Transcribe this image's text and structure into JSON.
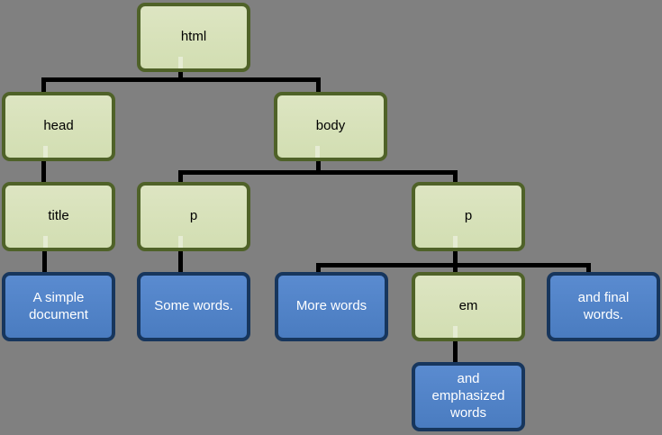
{
  "diagram": {
    "description": "DOM tree of a simple HTML document",
    "node_types": {
      "element": {
        "fill": "#d2deb2",
        "border": "#4f6228",
        "text_color": "#000000"
      },
      "text": {
        "fill": "#4a7cc0",
        "border": "#17365d",
        "text_color": "#ffffff"
      }
    }
  },
  "palette": {
    "background": "#808080",
    "connector": "#000000",
    "element_fill": "#d2deb2",
    "element_fill_light": "#dde5c2",
    "element_border": "#4f6228",
    "element_text": "#000000",
    "text_fill": "#4a7cc0",
    "text_fill_light": "#5a8bd0",
    "text_border": "#17365d",
    "text_text": "#ffffff"
  },
  "tree": {
    "label": "html",
    "type": "element",
    "children": [
      {
        "label": "head",
        "type": "element",
        "children": [
          {
            "label": "title",
            "type": "element",
            "children": [
              {
                "label": "A simple document",
                "type": "text",
                "children": []
              }
            ]
          }
        ]
      },
      {
        "label": "body",
        "type": "element",
        "children": [
          {
            "label": "p",
            "type": "element",
            "children": [
              {
                "label": "Some words.",
                "type": "text",
                "children": []
              }
            ]
          },
          {
            "label": "p",
            "type": "element",
            "children": [
              {
                "label": "More words",
                "type": "text",
                "children": []
              },
              {
                "label": "em",
                "type": "element",
                "children": [
                  {
                    "label": "and emphasized words",
                    "type": "text",
                    "children": []
                  }
                ]
              },
              {
                "label": "and final words.",
                "type": "text",
                "children": []
              }
            ]
          }
        ]
      }
    ]
  }
}
